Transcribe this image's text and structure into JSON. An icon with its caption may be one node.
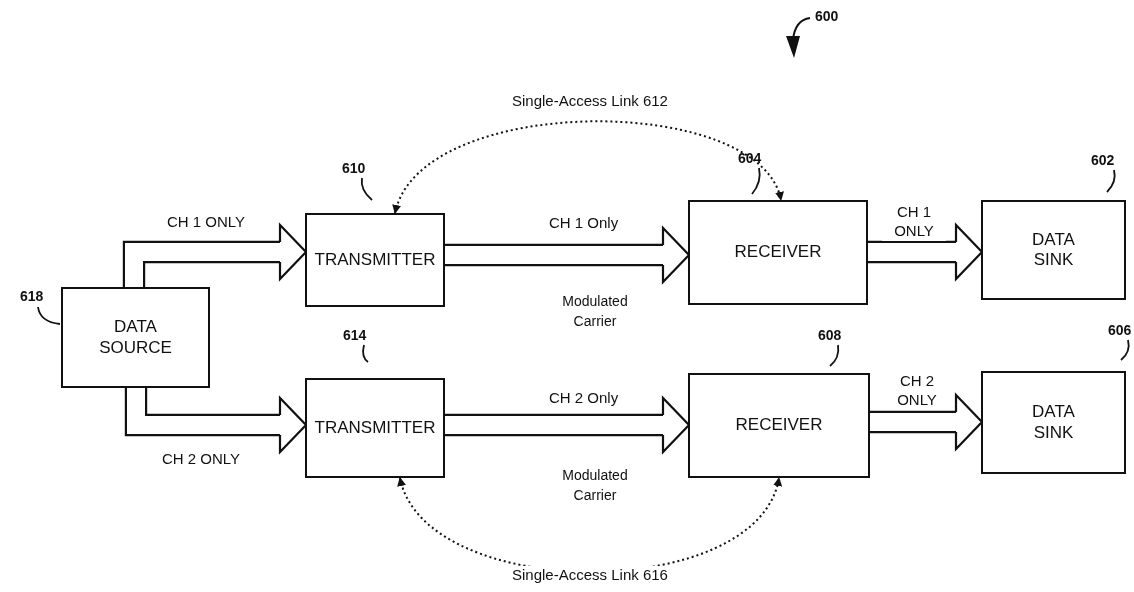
{
  "diagram": {
    "nodes": [
      {
        "text": [
          "DATA SOURCE"
        ],
        "beside": [
          "618"
        ]
      },
      {
        "text": [
          "TRANSMITTER"
        ],
        "beside": [
          "610"
        ]
      },
      {
        "text": [
          "RECEIVER"
        ],
        "beside": [
          "604"
        ]
      },
      {
        "text": [
          "DATA SINK"
        ],
        "beside": [
          "602"
        ]
      },
      {
        "text": [
          "TRANSMITTER"
        ],
        "beside": [
          "614"
        ]
      },
      {
        "text": [
          "RECEIVER"
        ],
        "beside": [
          "608"
        ]
      },
      {
        "text": [
          "DATA SINK"
        ],
        "beside": [
          "606"
        ]
      }
    ],
    "edges": [
      {
        "from": 0,
        "to": 1,
        "arrow": "to",
        "label": "CH 1 ONLY"
      },
      {
        "from": 0,
        "to": 4,
        "arrow": "to",
        "label": "CH 2 ONLY"
      },
      {
        "from": 1,
        "to": 2,
        "arrow": "to",
        "label": "CH 1 Only"
      },
      {
        "from": 2,
        "to": 3,
        "arrow": "to",
        "label": "CH 1 ONLY"
      },
      {
        "from": 4,
        "to": 5,
        "arrow": "to",
        "label": "CH 2 Only"
      },
      {
        "from": 5,
        "to": 6,
        "arrow": "to",
        "label": "CH 2 ONLY"
      },
      {
        "from": 1,
        "to": 2,
        "arrow": "both",
        "label": "Single-Access Link 612",
        "style": "dashed"
      },
      {
        "from": 4,
        "to": 5,
        "arrow": "both",
        "label": "Single-Access Link 616",
        "style": "dashed"
      }
    ],
    "labels": [
      "600",
      "Modulated Carrier",
      "Modulated Carrier"
    ]
  }
}
